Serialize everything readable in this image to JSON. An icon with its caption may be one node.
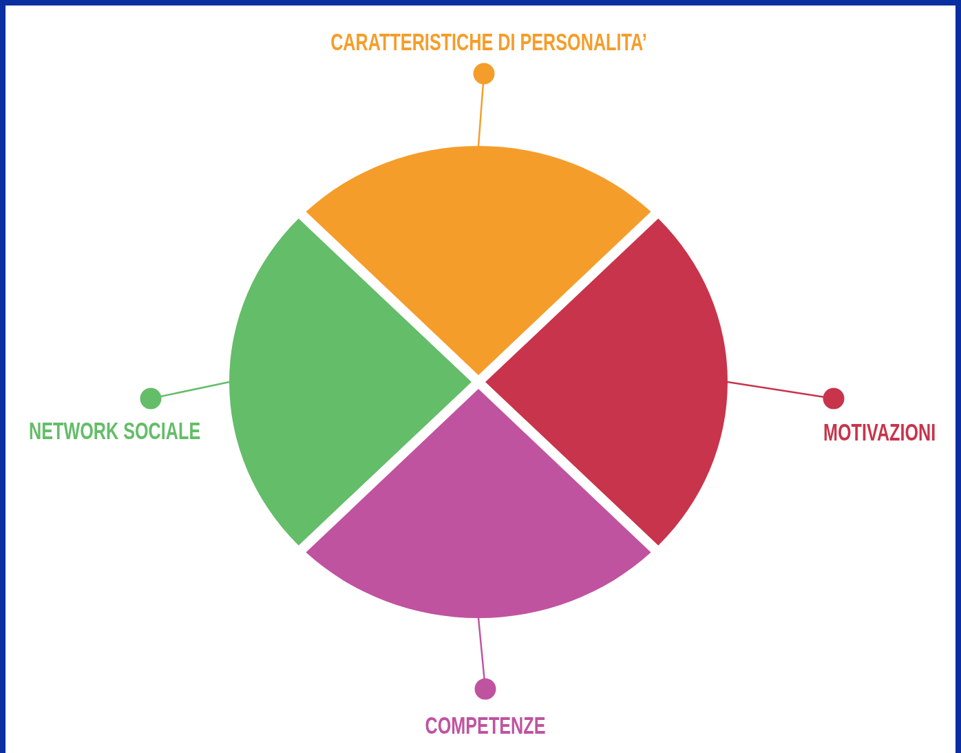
{
  "diagram": {
    "nodes": [
      {
        "text": [
          "CARATTERISTICHE DI PERSONALITA’"
        ]
      },
      {
        "text": [
          "NETWORK SOCIALE"
        ]
      },
      {
        "text": [
          "MOTIVAZIONI"
        ]
      },
      {
        "text": [
          "COMPETENZE"
        ]
      },
      {
        "text": [],
        "shape": "sector"
      },
      {
        "text": [],
        "shape": "sector"
      },
      {
        "text": [],
        "shape": "sector"
      },
      {
        "text": [],
        "shape": "sector"
      }
    ],
    "edges": [
      {
        "from": 0,
        "to": 4,
        "arrow": "other",
        "color": "#f59d2a"
      },
      {
        "from": 1,
        "to": 5,
        "arrow": "other",
        "color": "#64bd68"
      },
      {
        "from": 2,
        "to": 6,
        "arrow": "other",
        "color": "#c8344b"
      },
      {
        "from": 3,
        "to": 7,
        "arrow": "other",
        "color": "#c053a0"
      }
    ]
  }
}
